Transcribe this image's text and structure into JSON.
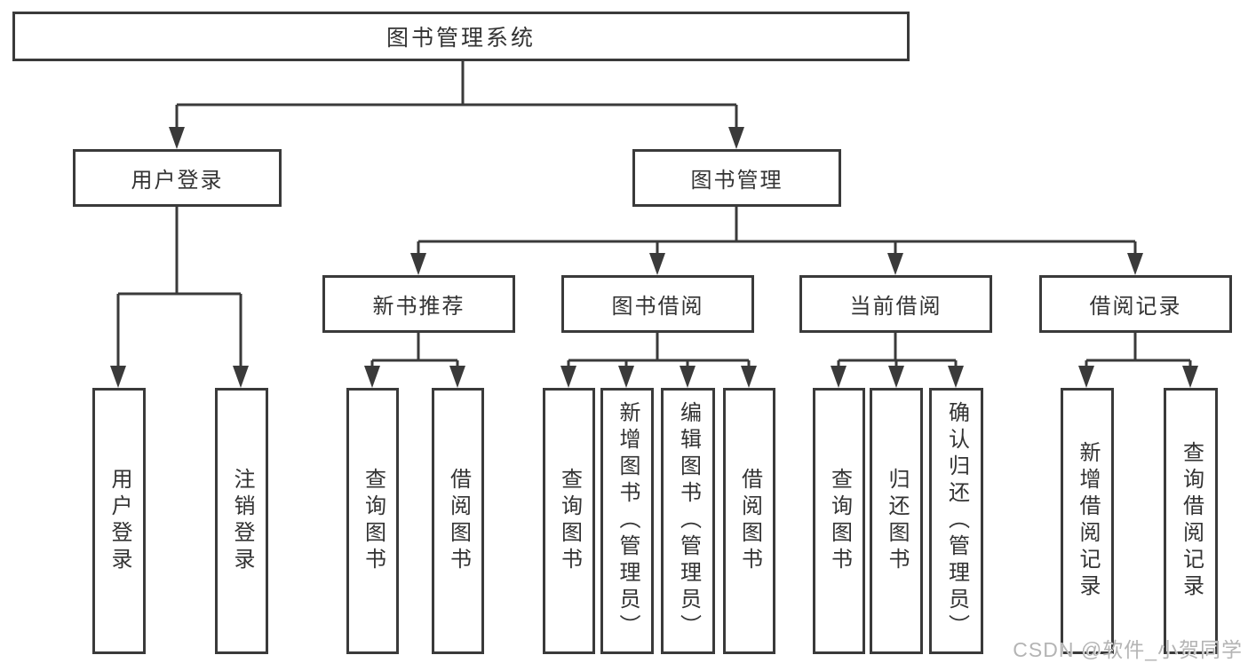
{
  "tree": {
    "root": "图书管理系统",
    "children": [
      {
        "label": "用户登录",
        "children": [
          "用户登录",
          "注销登录"
        ]
      },
      {
        "label": "图书管理",
        "children": [
          {
            "label": "新书推荐",
            "children": [
              "查询图书",
              "借阅图书"
            ]
          },
          {
            "label": "图书借阅",
            "children": [
              "查询图书",
              "新增图书（管理员）",
              "编辑图书（管理员）",
              "借阅图书"
            ]
          },
          {
            "label": "当前借阅",
            "children": [
              "查询图书",
              "归还图书",
              "确认归还（管理员）"
            ]
          },
          {
            "label": "借阅记录",
            "children": [
              "新增借阅记录",
              "查询借阅记录"
            ]
          }
        ]
      }
    ]
  },
  "watermark": {
    "text": "CSDN @软件_小贺同学"
  },
  "colors": {
    "line": "#3a3a3a",
    "box_border": "#3a3a3a",
    "text": "#333333",
    "background": "#ffffff",
    "watermark": "#b4b4b4"
  }
}
